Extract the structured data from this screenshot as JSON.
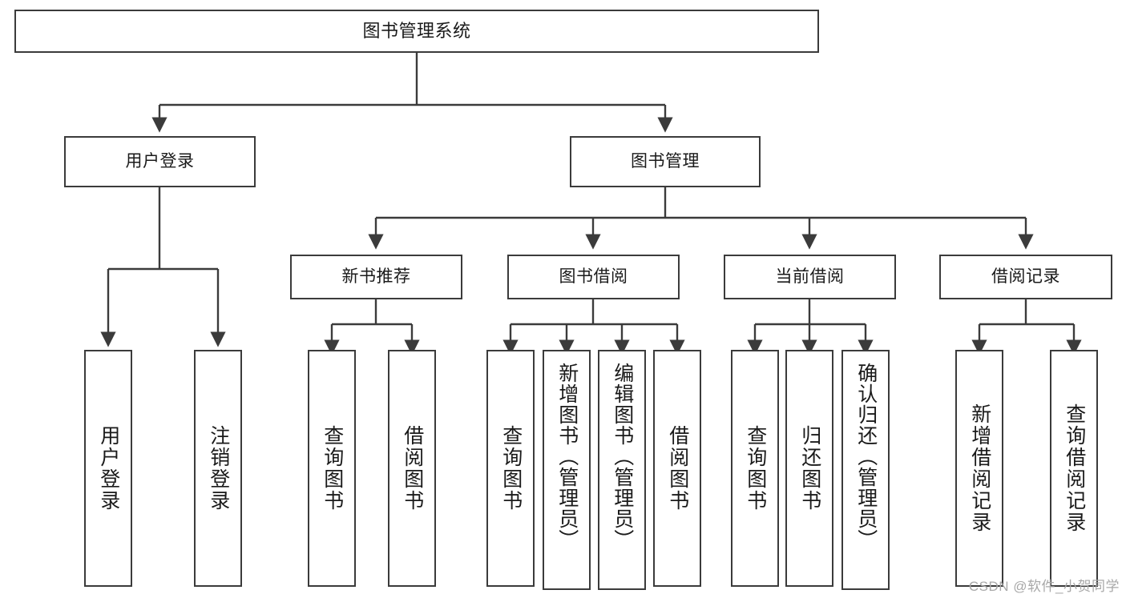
{
  "diagram": {
    "title": "图书管理系统",
    "type": "tree-hierarchy",
    "watermark": "CSDN @软件_小贺同学",
    "line_color": "#3b3b3b",
    "background_color": "#ffffff",
    "text_color": "#1a1a1a",
    "root": {
      "label": "图书管理系统"
    },
    "level1": [
      {
        "label": "用户登录"
      },
      {
        "label": "图书管理"
      }
    ],
    "level2": [
      {
        "label": "新书推荐"
      },
      {
        "label": "图书借阅"
      },
      {
        "label": "当前借阅"
      },
      {
        "label": "借阅记录"
      }
    ],
    "leaves": {
      "user_login": [
        {
          "label": "用户登录"
        },
        {
          "label": "注销登录"
        }
      ],
      "new_book_recommend": [
        {
          "label": "查询图书"
        },
        {
          "label": "借阅图书"
        }
      ],
      "book_borrow": [
        {
          "label": "查询图书"
        },
        {
          "label": "新增图书（管理员）"
        },
        {
          "label": "编辑图书（管理员）"
        },
        {
          "label": "借阅图书"
        }
      ],
      "current_borrow": [
        {
          "label": "查询图书"
        },
        {
          "label": "归还图书"
        },
        {
          "label": "确认归还（管理员）"
        }
      ],
      "borrow_records": [
        {
          "label": "新增借阅记录"
        },
        {
          "label": "查询借阅记录"
        }
      ]
    }
  }
}
